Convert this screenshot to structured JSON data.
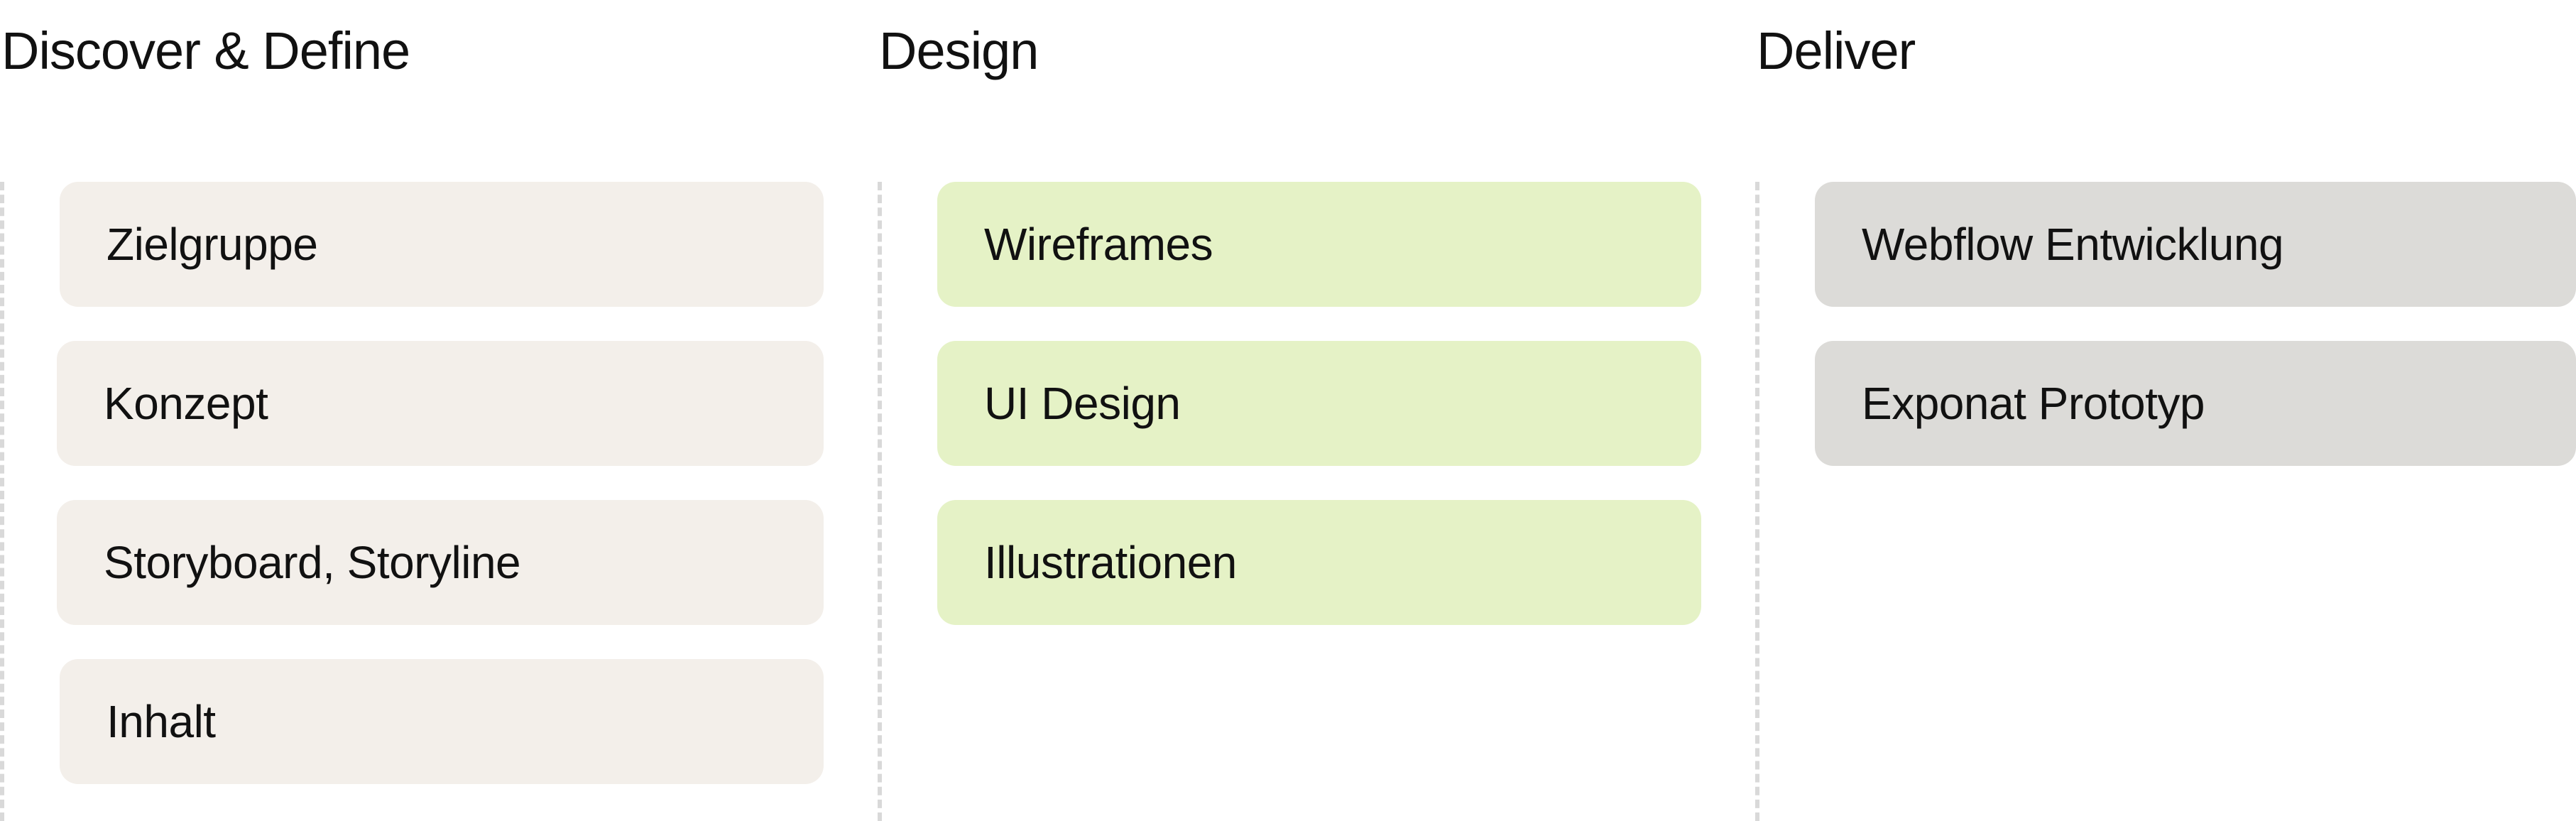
{
  "columns": [
    {
      "title": "Discover & Define",
      "card_color": "#f3efea",
      "items": [
        "Zielgruppe",
        "Konzept",
        "Storyboard, Storyline",
        "Inhalt"
      ]
    },
    {
      "title": "Design",
      "card_color": "#e5f2c6",
      "items": [
        "Wireframes",
        "UI Design",
        "Illustrationen"
      ]
    },
    {
      "title": "Deliver",
      "card_color": "#dcdbd8",
      "items": [
        "Webflow Entwicklung",
        "Exponat Prototyp"
      ]
    }
  ]
}
